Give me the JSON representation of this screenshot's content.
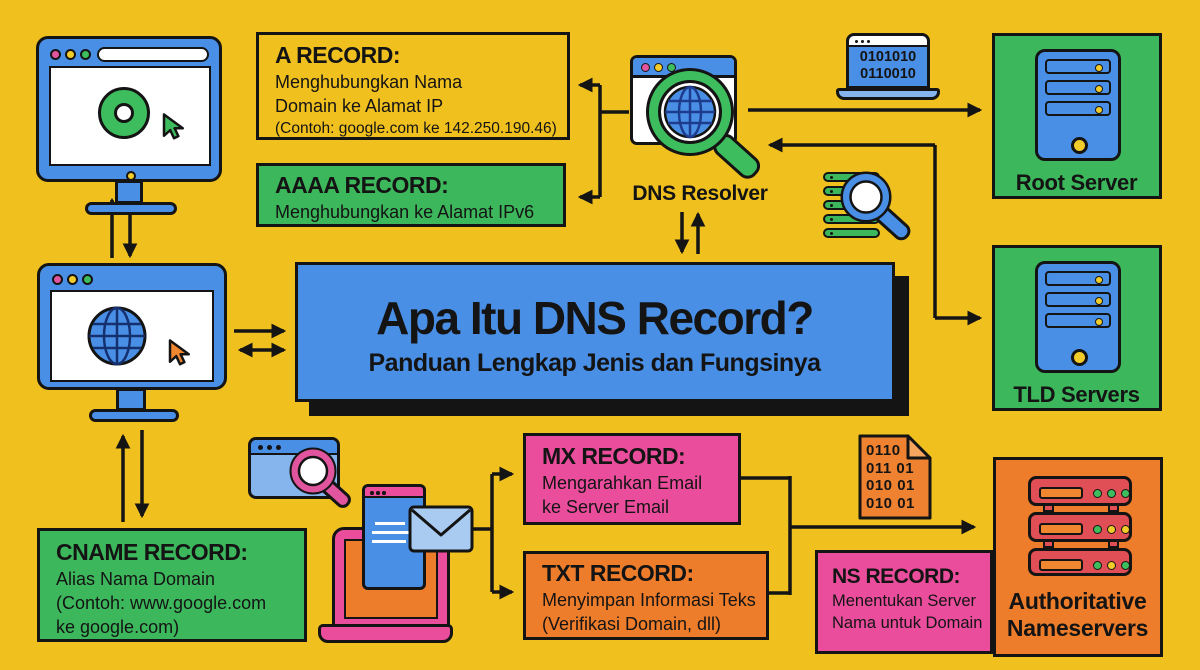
{
  "palette": {
    "background": "#F0C01E",
    "blue": "#4A8FE6",
    "navy": "#1D3C8E",
    "green": "#3DB75C",
    "bright_green": "#3DBD5D",
    "pink": "#EA4D9C",
    "orange": "#EE7D2B",
    "red": "#E04F55",
    "light_blue": "#85B5EC",
    "pale_blue": "#A9CBF2",
    "yellow": "#F2CC2B",
    "ink": "#141414"
  },
  "title_box": {
    "heading": "Apa Itu DNS Record?",
    "subheading": "Panduan Lengkap Jenis dan Fungsinya"
  },
  "records": {
    "a": {
      "title": "A RECORD:",
      "lines": [
        "Menghubungkan Nama",
        "Domain ke Alamat IP",
        "(Contoh: google.com ke 142.250.190.46)"
      ]
    },
    "aaaa": {
      "title": "AAAA RECORD:",
      "lines": [
        "Menghubungkan ke Alamat IPv6"
      ]
    },
    "cname": {
      "title": "CNAME RECORD:",
      "lines": [
        "Alias Nama Domain",
        "(Contoh: www.google.com",
        "ke google.com)"
      ]
    },
    "mx": {
      "title": "MX RECORD:",
      "lines": [
        "Mengarahkan Email",
        "ke Server Email"
      ]
    },
    "txt": {
      "title": "TXT RECORD:",
      "lines": [
        "Menyimpan Informasi Teks",
        "(Verifikasi Domain, dll)"
      ]
    },
    "ns": {
      "title": "NS RECORD:",
      "lines": [
        "Menentukan Server",
        "Nama untuk Domain"
      ]
    }
  },
  "nodes": {
    "dns_resolver": "DNS Resolver",
    "root_server": "Root Server",
    "tld_servers": "TLD Servers",
    "authoritative": [
      "Authoritative",
      "Nameservers"
    ]
  },
  "binary": {
    "laptop": [
      "0101010",
      "0110010"
    ],
    "document": [
      "0110",
      "011 01",
      "010 01",
      "010 01"
    ]
  }
}
